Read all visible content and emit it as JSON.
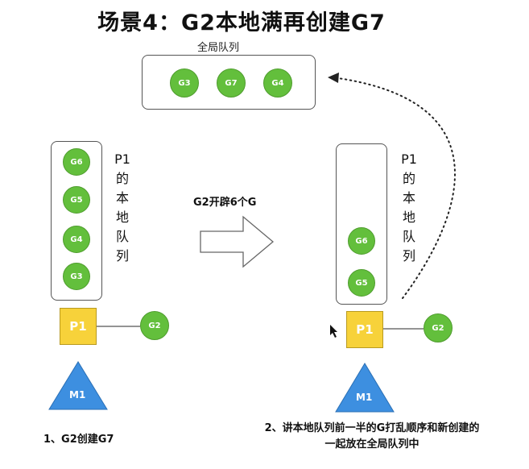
{
  "title": "场景4：G2本地满再创建G7",
  "global_queue": {
    "label": "全局队列",
    "items": [
      "G3",
      "G7",
      "G4"
    ]
  },
  "left": {
    "local_queue_label": [
      "P1",
      "的",
      "本",
      "地",
      "队",
      "列"
    ],
    "queue_items": [
      "G6",
      "G5",
      "G4",
      "G3"
    ],
    "processor": "P1",
    "machine": "M1",
    "running": "G2",
    "caption": "1、G2创建G7"
  },
  "arrow_label": "G2开辟6个G",
  "right": {
    "local_queue_label": [
      "P1",
      "的",
      "本",
      "地",
      "队",
      "列"
    ],
    "queue_items": [
      "G6",
      "G5"
    ],
    "processor": "P1",
    "machine": "M1",
    "running": "G2",
    "caption_line1": "2、讲本地队列前一半的G打乱顺序和新创建的",
    "caption_line2": "一起放在全局队列中"
  },
  "colors": {
    "goroutine": "#63bf3c",
    "processor": "#f7d23a",
    "machine": "#3d8fe0"
  }
}
